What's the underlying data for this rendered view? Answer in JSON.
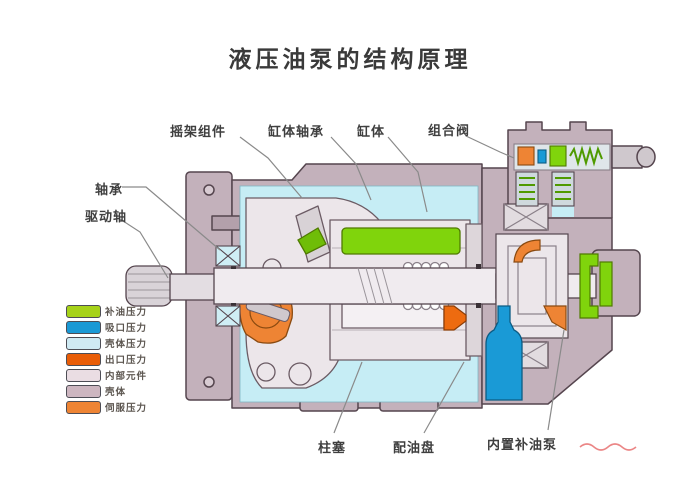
{
  "title": "液压油泵的结构原理",
  "callouts": {
    "cradle": "摇架组件",
    "cylinder_bearing": "缸体轴承",
    "cylinder_block": "缸体",
    "combination_valve": "组合阀",
    "bearing": "轴承",
    "drive_shaft": "驱动轴",
    "piston": "柱塞",
    "valve_plate": "配油盘",
    "built_in_charge_pump": "内置补油泵"
  },
  "legend": {
    "items": [
      {
        "label": "补油压力",
        "color": "#a6d219"
      },
      {
        "label": "吸口压力",
        "color": "#1a99d5"
      },
      {
        "label": "壳体压力",
        "color": "#cfeaf3"
      },
      {
        "label": "出口压力",
        "color": "#e95d07"
      },
      {
        "label": "内部元件",
        "color": "#eadde3"
      },
      {
        "label": "壳体",
        "color": "#cdb6c0"
      },
      {
        "label": "伺服压力",
        "color": "#ee8434"
      }
    ]
  },
  "colors": {
    "housing": "#c3b1bb",
    "housing_dark": "#b3a0ab",
    "interior": "#c6edf5",
    "internal_parts": "#ece6ea",
    "charge_green": "#80d40c",
    "suction_blue": "#1a9ad6",
    "outlet_orange": "#ed6b10",
    "servo_orange": "#ee8434",
    "outline": "#55454e",
    "leader": "#8a8a8a",
    "scribble_red": "#e25353"
  }
}
